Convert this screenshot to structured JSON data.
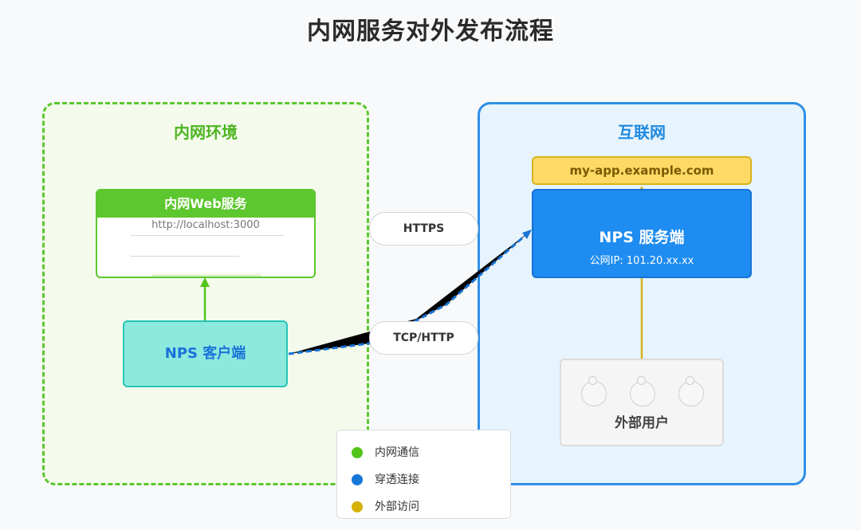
{
  "title": "内网服务对外发布流程",
  "intranet": {
    "title": "内网环境",
    "web_service": {
      "name": "内网Web服务",
      "url": "http://localhost:3000"
    },
    "nps_client": "NPS 客户端"
  },
  "internet": {
    "title": "互联网",
    "domain": "my-app.example.com",
    "nps_server": {
      "name": "NPS 服务端",
      "ip": "公网IP: 101.20.xx.xx"
    },
    "external_users": "外部用户"
  },
  "connections": {
    "https": "HTTPS",
    "tcp_http": "TCP/HTTP"
  },
  "legend": [
    {
      "label": "内网通信",
      "color": "#52c41a"
    },
    {
      "label": "穿透连接",
      "color": "#1677d9"
    },
    {
      "label": "外部访问",
      "color": "#d4b106"
    }
  ],
  "colors": {
    "intranet_green": "#5cc72e",
    "internet_blue": "#2f8fe6",
    "tunnel_blue": "#1773d4",
    "access_yellow": "#d6b31a"
  }
}
